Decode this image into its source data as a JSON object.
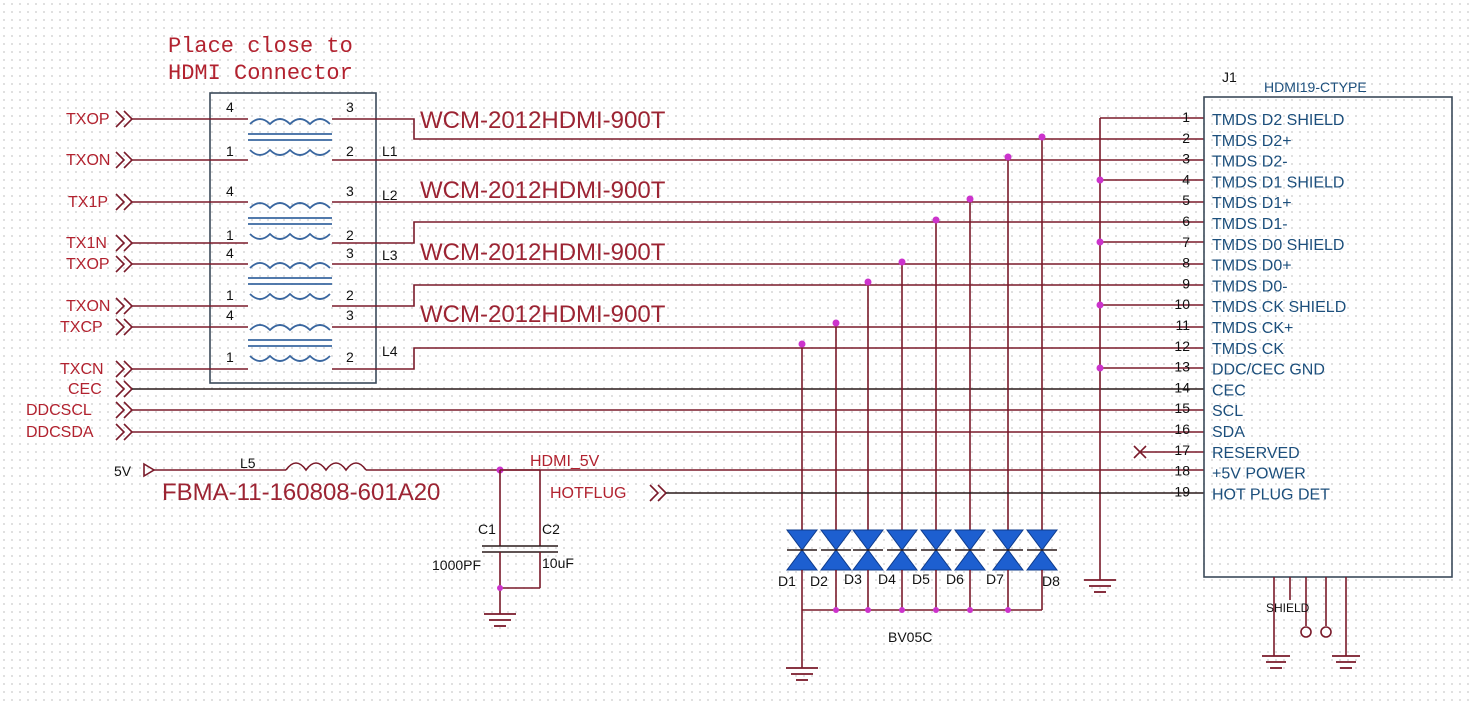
{
  "note": {
    "line1": "Place close to",
    "line2": "HDMI Connector"
  },
  "left_nets": [
    "TXOP",
    "TXON",
    "TX1P",
    "TX1N",
    "TXOP",
    "TXON",
    "TXCP",
    "TXCN",
    "CEC",
    "DDCSCL",
    "DDCSDA"
  ],
  "cmc_parts": [
    "WCM-2012HDMI-900T",
    "WCM-2012HDMI-900T",
    "WCM-2012HDMI-900T",
    "WCM-2012HDMI-900T"
  ],
  "cmc_refs": [
    "L1",
    "L2",
    "L3",
    "L4"
  ],
  "cmc_pins": {
    "p1": "1",
    "p2": "2",
    "p3": "3",
    "p4": "4"
  },
  "connector": {
    "ref": "J1",
    "type": "HDMI19-CTYPE",
    "pin_numbers": [
      "1",
      "2",
      "3",
      "4",
      "5",
      "6",
      "7",
      "8",
      "9",
      "10",
      "11",
      "12",
      "13",
      "14",
      "15",
      "16",
      "17",
      "18",
      "19"
    ],
    "pin_names": [
      "TMDS D2 SHIELD",
      "TMDS D2+",
      "TMDS D2-",
      "TMDS D1 SHIELD",
      "TMDS D1+",
      "TMDS D1-",
      "TMDS D0 SHIELD",
      "TMDS D0+",
      "TMDS D0-",
      "TMDS CK SHIELD",
      "TMDS CK+",
      "TMDS CK",
      "DDC/CEC GND",
      "CEC",
      "SCL",
      "SDA",
      "RESERVED",
      "+5V POWER",
      "HOT PLUG DET"
    ],
    "shield_label": "SHIELD"
  },
  "power": {
    "net": "5V",
    "inductor_ref": "L5",
    "inductor_part": "FBMA-11-160808-601A20",
    "rail": "HDMI_5V",
    "hotplug": "HOTFLUG"
  },
  "caps": [
    {
      "ref": "C1",
      "value": "1000PF"
    },
    {
      "ref": "C2",
      "value": "10uF"
    }
  ],
  "diodes": [
    "D1",
    "D2",
    "D3",
    "D4",
    "D5",
    "D6",
    "D7",
    "D8"
  ],
  "diode_part": "BV05C"
}
